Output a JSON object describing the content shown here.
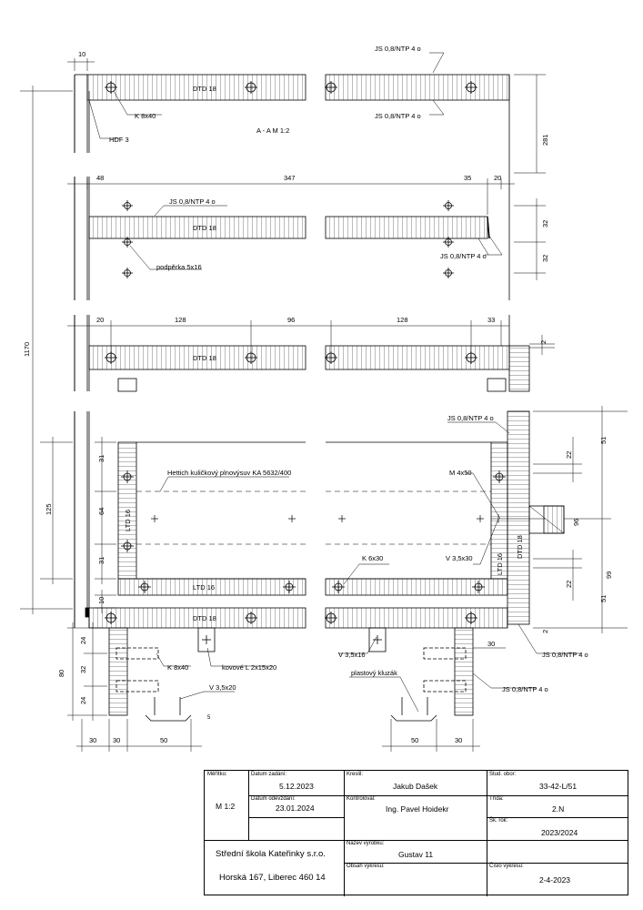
{
  "labels": {
    "dim_10_top": "10",
    "js_top1": "JS 0,8/NTP 4 o",
    "js_top2": "JS 0,8/NTP 4 o",
    "dtd1": "DTD 18",
    "k8x40_top": "K 8x40",
    "hdf3": "HDF 3",
    "section": "A - A M 1:2",
    "dim_281": "281",
    "dim_48": "48",
    "dim_347": "347",
    "dim_35": "35",
    "dim_20a": "20",
    "js_shelf": "JS 0,8/NTP 4 o",
    "dtd2": "DTD 18",
    "js_shelf_r": "JS 0,8/NTP 4 o",
    "podperka": "podpěrka 5x16",
    "dim_32a": "32",
    "dim_32b": "32",
    "dim_20b": "20",
    "dim_128a": "128",
    "dim_96": "96",
    "dim_128b": "128",
    "dim_33": "33",
    "dim_2a": "2",
    "dtd3": "DTD 18",
    "dim_1170": "1170",
    "js_drawer": "JS 0,8/NTP 4 o",
    "dim_51a": "51",
    "dim_22a": "22",
    "hettich": "Hettich kuličkový plnovýsuv KA 5632/400",
    "m4x50": "M 4x50",
    "dim_96b": "96",
    "dim_99": "99",
    "dim_31a": "31",
    "dim_64": "64",
    "dim_31b": "31",
    "dim_125": "125",
    "ltd16_v": "LTD 16",
    "ltd16_vr": "LTD 16",
    "dtd18_v": "DTD 18",
    "k6x30": "K 6x30",
    "v35x30": "V 3,5x30",
    "ltd16_h": "LTD 16",
    "dim_22b": "22",
    "dim_51b": "51",
    "dim_10b": "10",
    "dtd4": "DTD 18",
    "dim_2b": "2",
    "js_bot": "JS 0,8/NTP 4 o",
    "dim_24a": "24",
    "dim_80": "80",
    "dim_32c": "32",
    "dim_24b": "24",
    "k8x40_bot": "K 8x40",
    "kovove": "kovové L 2x15x20",
    "v35x20": "V 3,5x20",
    "v35x16": "V 3,5x16",
    "dim_30r": "30",
    "plastovy": "plastový kluzák",
    "js_foot": "JS 0,8/NTP 4 o",
    "dim_5": "5",
    "dim_30a": "30",
    "dim_30b": "30",
    "dim_50a": "50",
    "dim_50b": "50",
    "dim_30c": "30"
  },
  "title_block": {
    "meritko_label": "Měřítko:",
    "meritko_value": "M 1:2",
    "datum_zadani_label": "Datum zadání:",
    "datum_zadani": "5.12.2023",
    "datum_odevzdani_label": "Datum odevzdání:",
    "datum_odevzdani": "23.01.2024",
    "kreslil_label": "Kreslil:",
    "kreslil": "Jakub Dašek",
    "kontroloval_label": "Kontroloval:",
    "kontroloval": "Ing. Pavel Hoidekr",
    "stud_obor_label": "Stud. obor:",
    "stud_obor": "33-42-L/51",
    "trida_label": "Třída:",
    "trida": "2.N",
    "sk_rok_label": "Šk. rok:",
    "sk_rok": "2023/2024",
    "school_name": "Střední škola Kateřinky s.r.o.",
    "school_address": "Horská 167, Liberec  460 14",
    "nazev_label": "Název výrobku:",
    "nazev": "Gustav 11",
    "obsah_label": "Obsah výkresu:",
    "cislo_label": "Číslo výkresu:",
    "cislo": "2-4-2023"
  }
}
